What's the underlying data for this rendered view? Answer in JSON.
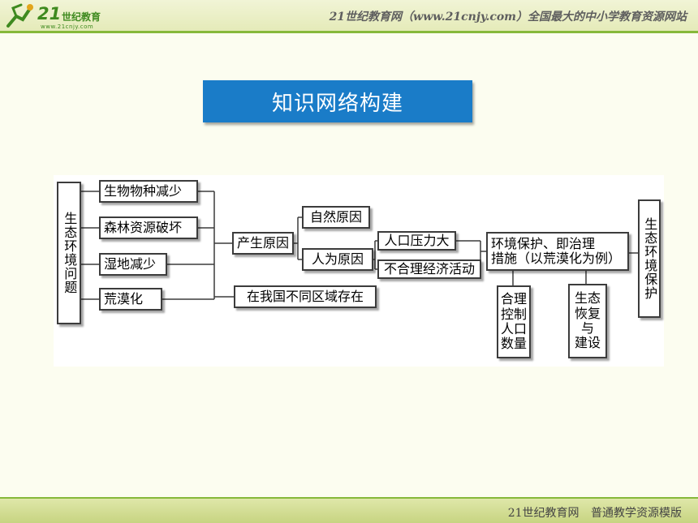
{
  "header": {
    "logo_number": "21",
    "logo_text": "世纪教育",
    "logo_url": "www.21cnjy.com",
    "slogan": "21世纪教育网（www.21cnjy.com）全国最大的中小学教育资源网站"
  },
  "title": "知识网络构建",
  "diagram": {
    "left_root": "生态环境问题",
    "problems": [
      "生物物种减少",
      "森林资源破坏",
      "湿地减少",
      "荒漠化"
    ],
    "cause_hub": "产生原因",
    "distribution": "在我国不同区域存在",
    "causes": [
      "自然原因",
      "人为原因"
    ],
    "human_causes": [
      "人口压力大",
      "不合理经济活动"
    ],
    "measures_line1": "环境保护、即治理",
    "measures_line2": "措施（以荒漠化为例）",
    "sub_measure_1": [
      "合理",
      "控制",
      "人口",
      "数量"
    ],
    "sub_measure_2": [
      "生态",
      "恢复",
      "与",
      "建设"
    ],
    "right_root": "生态环境保护"
  },
  "footer": {
    "text": "21世纪教育网 普通教学资源模版"
  }
}
